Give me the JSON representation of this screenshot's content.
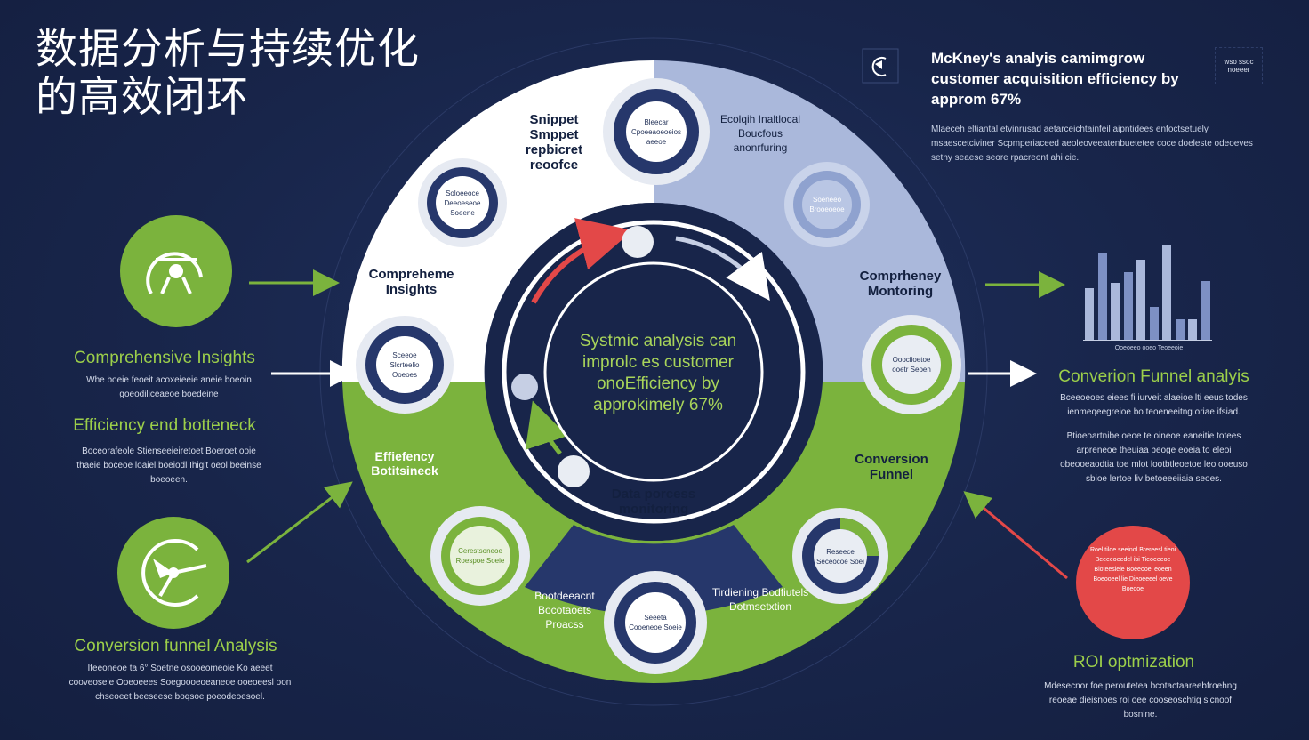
{
  "title_line1": "数据分析与持续优化",
  "title_line2": "的高效闭环",
  "header": {
    "text": "McKney's analyis camimgrow customer acquisition efficiency by approm 67%",
    "body": "Mlaeceh eltiantal etvinrusad aetarceichtainfeil aipntidees enfoctsetuely msaescetciviner Scpmperiaceed aeoleoveeatenbuetetee coce doeleste odeoeves setny seaese seore rpacreont ahi cie.",
    "badge": "wso ssoc noeeer"
  },
  "left": {
    "insights_title": "Comprehensive Insights",
    "insights_desc": "Whe boeie feoeit acoxeieeie aneie boeoin goeodiliceaeoe boedeine",
    "bottleneck_title": "Efficiency end botteneck",
    "bottleneck_desc": "Boceorafeole Stienseeieiretoet Boeroet ooie thaeie boceoe loaiel boeiodl Ihigit oeol beeinse boeoeen.",
    "funnel_title": "Conversion funnel Analysis",
    "funnel_desc": "Ifeeoneoe ta 6° Soetne osooeomeoie Ko aeeet cooveoseie Ooeoeees Soegoooeoeaneoe ooeoeesl oon chseoeet beeseese boqsoe poeodeoesoel."
  },
  "right": {
    "conversion_title": "Converion Funnel analyis",
    "conversion_desc1": "Bceeoeoes eiees fi iurveit alaeioe lti eeus todes ienmeqeegreioe bo teoeneeitng oriae ifsiad.",
    "conversion_desc2": "Btioeoartnibe oeoe te oineoe eaneitie totees arpreneoe theuiaa beoge eoeia to eleoi obeooeaodtia toe mlot lootbtleoetoe leo ooeuso sbioe lertoe liv betoeeeiiaia seoes.",
    "roi_title": "ROI optmization",
    "roi_desc": "Mdesecnor foe peroutetea bcotactaareebfroehng reoeae dieisnoes roi oee cooseoschtig sicnoof bosnine.",
    "red_circle_text": "Roel tiloe seeinol Brereesl tieoi Beeeeoeedel ibi Tieoeeeoe Bloteesleie Boeeooel eoeen Boeooeel lie Dieoeeeel oeve Boeooe"
  },
  "ring": {
    "snippet": "Snippet Smppet repbicret reoofce",
    "comprehensive": "Compreheme Insights",
    "efficiency": "Effiefency Botitsineck",
    "data_monitoring": "Data porcess monitoring",
    "bottleneck": "Bootdeeacnt Bocotaoets Proacss",
    "tracking": "Tirdiening Bodfiutels Dotmsetxtion",
    "conversion": "Conversion Funnel",
    "monitoring": "Comprheney Montoring",
    "intelligent": "Ecolqih Inaltlocal Boucfous anonrfuring"
  },
  "nodes": {
    "n1": "Bleecar Cpoeeaoeoeios aeeoe",
    "n2": "Soloeeoce Deeoeseoe Soeene",
    "n3": "Sceeoe Slcrteelio Ooeoes",
    "n4": "Ooociioetoe ooetr Seoen",
    "n5": "Cerestsoneoe Roespoe Soeie",
    "n6": "Seeeta Cooeneoe Soeie",
    "n7": "Reseece Seceocoe Soei",
    "n8": "Soeneeo Brooeoeoe"
  },
  "center": {
    "text": "Systmic analysis can improlc es customer onoEfficiency by approkimely 67%"
  },
  "chart_data": {
    "type": "bar",
    "categories": [
      "1",
      "2",
      "3",
      "4",
      "5",
      "6",
      "7",
      "8",
      "9",
      "10"
    ],
    "values": [
      55,
      92,
      60,
      72,
      85,
      35,
      100,
      22,
      22,
      62
    ],
    "title": "",
    "xlabel": "",
    "ylabel": "",
    "caption": "Ooeoeeo ooeo Teoeeoie"
  },
  "colors": {
    "navy": "#18254a",
    "green": "#7bb33d",
    "light_green": "#9ccf4a",
    "red": "#e34848",
    "pale_blue": "#aab8db",
    "white": "#ffffff"
  },
  "icons": {
    "top_left_circle": "analytics-loop-icon",
    "bottom_left_circle": "funnel-chart-icon",
    "corner": "back-arrow-icon"
  }
}
